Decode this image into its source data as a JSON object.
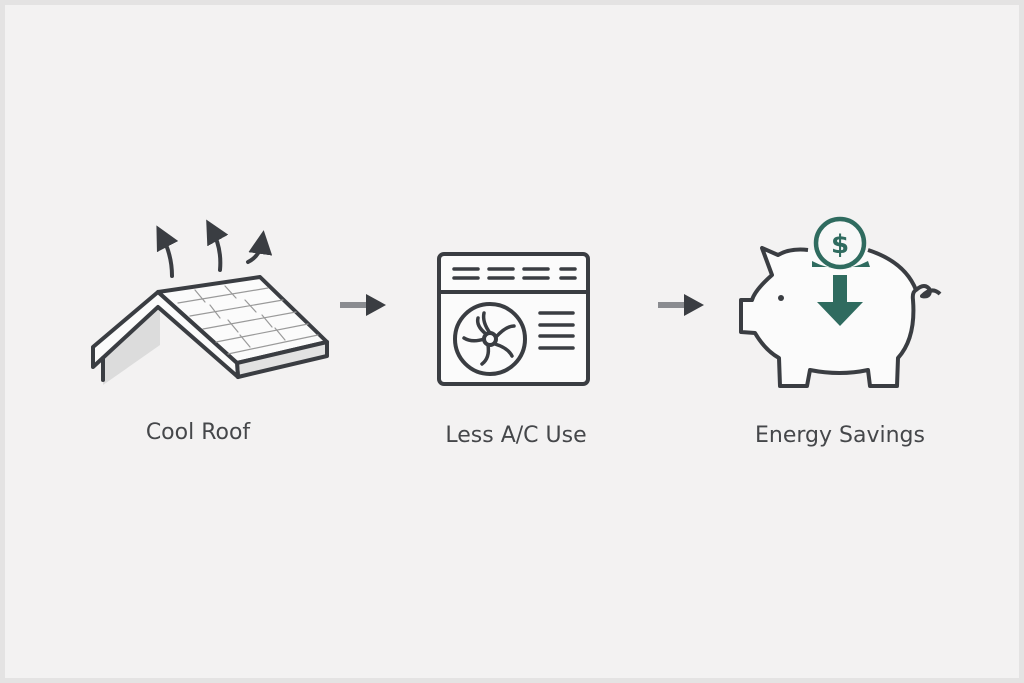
{
  "steps": [
    {
      "label": "Cool Roof",
      "icon": "cool-roof-icon"
    },
    {
      "label": "Less A/C Use",
      "icon": "air-conditioner-icon"
    },
    {
      "label": "Energy Savings",
      "icon": "piggy-bank-icon"
    }
  ],
  "colors": {
    "stroke": "#3a3d42",
    "accent": "#2f6b5f",
    "background": "#f3f2f2"
  }
}
